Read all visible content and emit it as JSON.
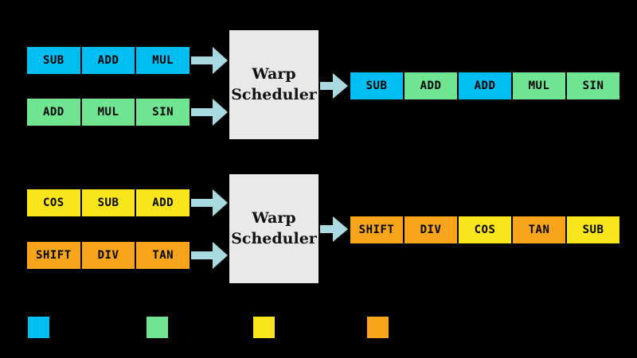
{
  "colors": {
    "background": "#000000",
    "blue": "#00BEF2",
    "green": "#6FE591",
    "yellow": "#F8E51B",
    "orange": "#F9A51B",
    "arrow": "#A9DADF",
    "scheduler_bg": "#E9E9E9",
    "scheduler_text": "#111111",
    "cell_text": "#000000"
  },
  "top_section": {
    "input_rows": [
      {
        "cells": [
          {
            "label": "SUB",
            "color": "blue"
          },
          {
            "label": "ADD",
            "color": "blue"
          },
          {
            "label": "MUL",
            "color": "blue"
          }
        ]
      },
      {
        "cells": [
          {
            "label": "ADD",
            "color": "green"
          },
          {
            "label": "MUL",
            "color": "green"
          },
          {
            "label": "SIN",
            "color": "green"
          }
        ]
      }
    ],
    "scheduler_label": "Warp Scheduler",
    "output_row": {
      "cells": [
        {
          "label": "SUB",
          "color": "blue"
        },
        {
          "label": "ADD",
          "color": "green"
        },
        {
          "label": "ADD",
          "color": "blue"
        },
        {
          "label": "MUL",
          "color": "green"
        },
        {
          "label": "SIN",
          "color": "green"
        }
      ]
    }
  },
  "bottom_section": {
    "input_rows": [
      {
        "cells": [
          {
            "label": "COS",
            "color": "yellow"
          },
          {
            "label": "SUB",
            "color": "yellow"
          },
          {
            "label": "ADD",
            "color": "yellow"
          }
        ]
      },
      {
        "cells": [
          {
            "label": "SHIFT",
            "color": "orange"
          },
          {
            "label": "DIV",
            "color": "orange"
          },
          {
            "label": "TAN",
            "color": "orange"
          }
        ]
      }
    ],
    "scheduler_label": "Warp Scheduler",
    "output_row": {
      "cells": [
        {
          "label": "SHIFT",
          "color": "orange"
        },
        {
          "label": "DIV",
          "color": "orange"
        },
        {
          "label": "COS",
          "color": "yellow"
        },
        {
          "label": "TAN",
          "color": "orange"
        },
        {
          "label": "SUB",
          "color": "yellow"
        }
      ]
    }
  },
  "legend": {
    "items": [
      {
        "color": "blue"
      },
      {
        "color": "green"
      },
      {
        "color": "yellow"
      },
      {
        "color": "orange"
      }
    ]
  }
}
